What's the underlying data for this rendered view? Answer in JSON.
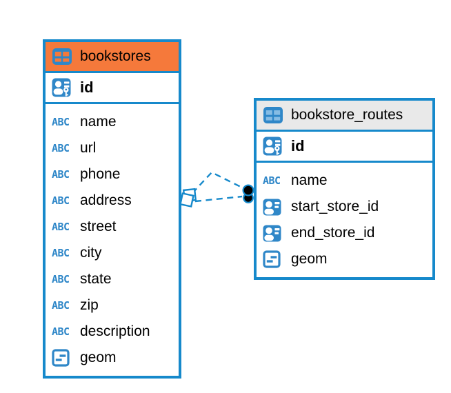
{
  "diagram": {
    "tables": [
      {
        "name": "bookstores",
        "header_bg": "#F5793B",
        "columns": [
          {
            "name": "id",
            "type_icon": "primary-key-icon"
          },
          {
            "name": "name",
            "type_icon": "text-type-icon"
          },
          {
            "name": "url",
            "type_icon": "text-type-icon"
          },
          {
            "name": "phone",
            "type_icon": "text-type-icon"
          },
          {
            "name": "address",
            "type_icon": "text-type-icon"
          },
          {
            "name": "street",
            "type_icon": "text-type-icon"
          },
          {
            "name": "city",
            "type_icon": "text-type-icon"
          },
          {
            "name": "state",
            "type_icon": "text-type-icon"
          },
          {
            "name": "zip",
            "type_icon": "text-type-icon"
          },
          {
            "name": "description",
            "type_icon": "text-type-icon"
          },
          {
            "name": "geom",
            "type_icon": "geometry-type-icon"
          }
        ]
      },
      {
        "name": "bookstore_routes",
        "header_bg": "#E9E9E9",
        "columns": [
          {
            "name": "id",
            "type_icon": "primary-key-icon"
          },
          {
            "name": "name",
            "type_icon": "text-type-icon"
          },
          {
            "name": "start_store_id",
            "type_icon": "reference-type-icon"
          },
          {
            "name": "end_store_id",
            "type_icon": "reference-type-icon"
          },
          {
            "name": "geom",
            "type_icon": "geometry-type-icon"
          }
        ]
      }
    ],
    "relationships": [
      {
        "from_table": "bookstore_routes",
        "from_column": "start_store_id",
        "to_table": "bookstores",
        "to_column": "id",
        "line_style": "dashed"
      },
      {
        "from_table": "bookstore_routes",
        "from_column": "end_store_id",
        "to_table": "bookstores",
        "to_column": "id",
        "line_style": "dashed"
      }
    ],
    "colors": {
      "accent_blue": "#1689CB",
      "icon_blue": "#2F87C8",
      "header_orange": "#F5793B",
      "header_gray": "#E9E9E9",
      "text": "#000000"
    }
  },
  "icons": {
    "text_type_label": "ABC"
  }
}
